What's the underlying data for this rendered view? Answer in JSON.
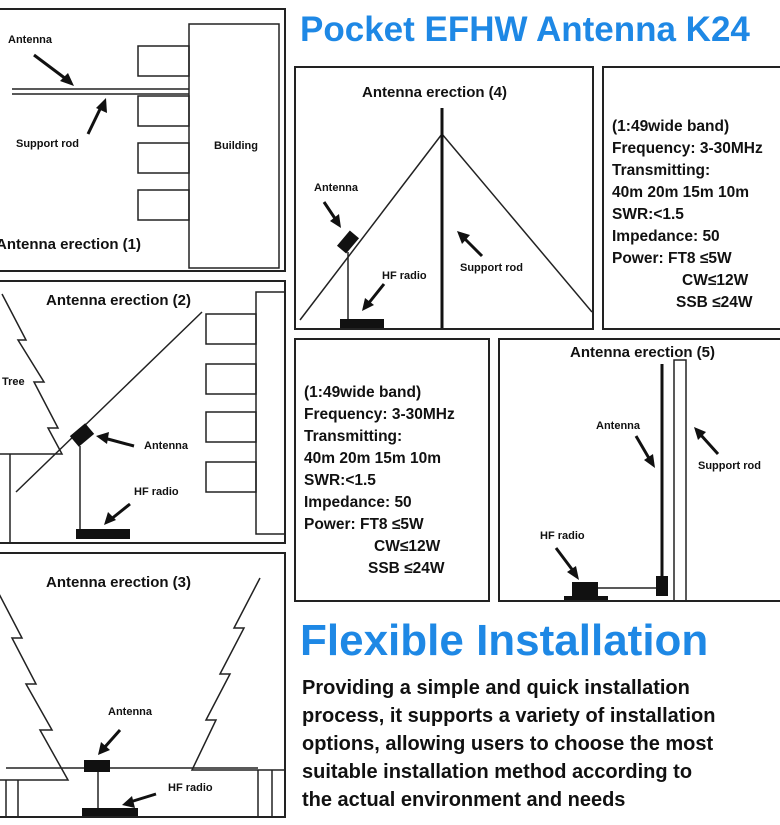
{
  "header": {
    "title": "Pocket EFHW Antenna K24",
    "subtitle": "Flexible Installation"
  },
  "panel1": {
    "title": "Antenna erection (1)",
    "antenna": "Antenna",
    "support_rod": "Support rod",
    "building": "Building"
  },
  "panel2": {
    "title": "Antenna erection (2)",
    "tree": "Tree",
    "antenna": "Antenna",
    "hf_radio": "HF radio"
  },
  "panel3": {
    "title": "Antenna erection (3)",
    "antenna": "Antenna",
    "hf_radio": "HF radio"
  },
  "panel4": {
    "title": "Antenna erection (4)",
    "antenna": "Antenna",
    "hf_radio": "HF radio",
    "support_rod": "Support rod"
  },
  "panel5": {
    "title": "Antenna erection (5)",
    "antenna": "Antenna",
    "support_rod": "Support rod",
    "hf_radio": "HF radio"
  },
  "specs_right": {
    "band": "(1:49wide band)",
    "frequency": "Frequency: 3-30MHz",
    "transmitting": "Transmitting:",
    "bands": "40m 20m 15m 10m",
    "swr": "SWR:<1.5",
    "impedance": "Impedance: 50",
    "power_ft8": "Power: FT8 ≤5W",
    "power_cw": "CW≤12W",
    "power_ssb": "SSB ≤24W"
  },
  "specs_middle": {
    "band": "(1:49wide band)",
    "frequency": "Frequency: 3-30MHz",
    "transmitting": "Transmitting:",
    "bands": "40m 20m 15m 10m",
    "swr": "SWR:<1.5",
    "impedance": "Impedance: 50",
    "power_ft8": "Power: FT8 ≤5W",
    "power_cw": "CW≤12W",
    "power_ssb": "SSB ≤24W"
  },
  "description": {
    "line1": "Providing a simple and quick installation",
    "line2": "process, it supports a variety of installation",
    "line3": "options, allowing users to choose the most",
    "line4": "suitable installation method according to",
    "line5": "the actual environment and needs"
  }
}
